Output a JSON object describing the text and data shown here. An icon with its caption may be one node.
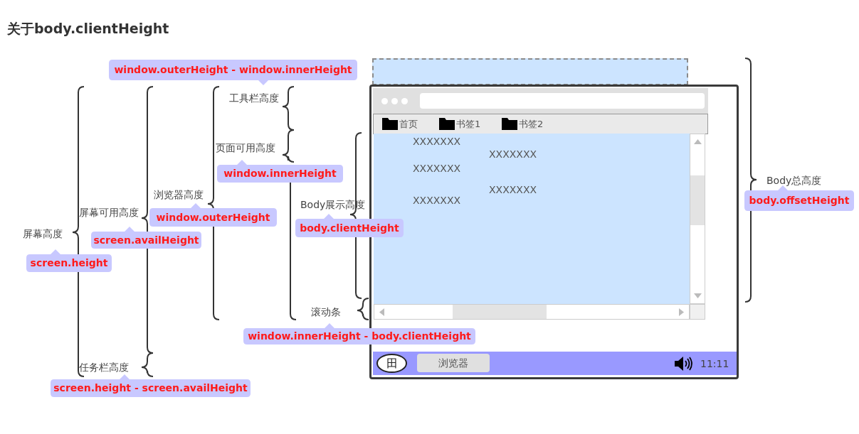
{
  "diagram": {
    "title": "关于body.clientHeight",
    "nodes": [
      {
        "text": [
          "window.outerHeight - window.innerHeight"
        ]
      },
      {
        "text": [
          "window.innerHeight"
        ]
      },
      {
        "text": [
          "window.outerHeight"
        ]
      },
      {
        "text": [
          "screen.availHeight"
        ]
      },
      {
        "text": [
          "screen.height"
        ]
      },
      {
        "text": [
          "body.clientHeight"
        ]
      },
      {
        "text": [
          "window.innerHeight - body.clientHeight"
        ]
      },
      {
        "text": [
          "screen.height - screen.availHeight"
        ]
      },
      {
        "text": [
          "body.offsetHeight"
        ]
      },
      {
        "text": [],
        "shape": "box"
      },
      {
        "text": [],
        "shape": "box"
      },
      {
        "text": [
          "首页",
          "书签1",
          "书签2"
        ],
        "in": 10
      },
      {
        "text": [
          "XXXXXXX",
          "XXXXXXX",
          "XXXXXXX",
          "XXXXXXX",
          "XXXXXXX"
        ],
        "in": 10
      },
      {
        "text": [
          "11:11"
        ],
        "in": 10
      },
      {
        "text": [
          "田"
        ],
        "in": 13
      },
      {
        "text": [
          "浏览器"
        ],
        "in": 13
      },
      {
        "text": [],
        "shape": "bar",
        "in": 10
      }
    ],
    "labels": [
      "工具栏高度",
      "页面可用高度",
      "浏览器高度",
      "屏幕可用高度",
      "屏幕高度",
      "Body展示高度",
      "滚动条",
      "任务栏高度",
      "Body总高度"
    ]
  }
}
